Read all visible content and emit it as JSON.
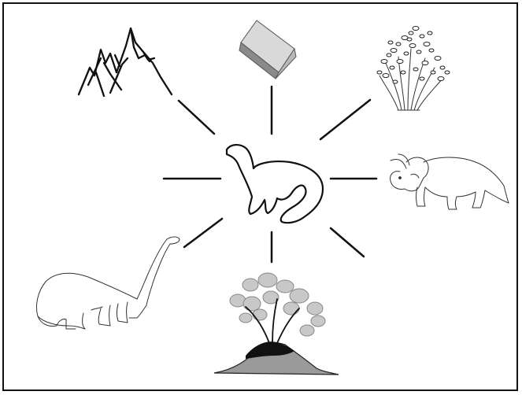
{
  "diagram": {
    "center": "sauropod-outline",
    "spokes": 8,
    "surrounding_items": [
      "mountains",
      "cube",
      "shrub",
      "triceratops",
      "volcano",
      "long-neck-dinosaur"
    ]
  },
  "colors": {
    "ink": "#111111",
    "cube_top": "#d9d9d9",
    "cube_front": "#8a8a8a",
    "cube_side": "#b8b8b8",
    "ash": "#c8c8c8",
    "volcano_ground": "#9a9a9a"
  }
}
